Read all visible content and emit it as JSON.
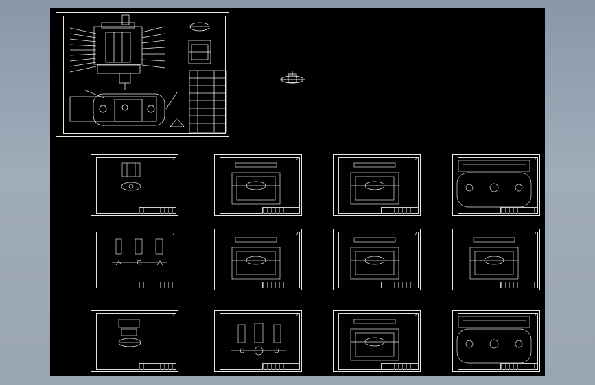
{
  "viewport": {
    "background": "#9aa5b4",
    "canvas_color": "#000000",
    "line_color": "#e8e8e8"
  },
  "main_drawing": {
    "name": "assembly-drawing-sheet"
  },
  "floating_part": {
    "name": "isolated-part-symbol"
  },
  "sheets": [
    {
      "id": "r1c1",
      "mark": "7"
    },
    {
      "id": "r1c2",
      "mark": "7"
    },
    {
      "id": "r1c3",
      "mark": "7"
    },
    {
      "id": "r1c4",
      "mark": "7"
    },
    {
      "id": "r2c1",
      "mark": "7"
    },
    {
      "id": "r2c2",
      "mark": "7"
    },
    {
      "id": "r2c3",
      "mark": "7"
    },
    {
      "id": "r2c4",
      "mark": "7"
    },
    {
      "id": "r3c1",
      "mark": "7"
    },
    {
      "id": "r3c2",
      "mark": "7"
    },
    {
      "id": "r3c3",
      "mark": "7"
    },
    {
      "id": "r3c4",
      "mark": "7"
    }
  ]
}
